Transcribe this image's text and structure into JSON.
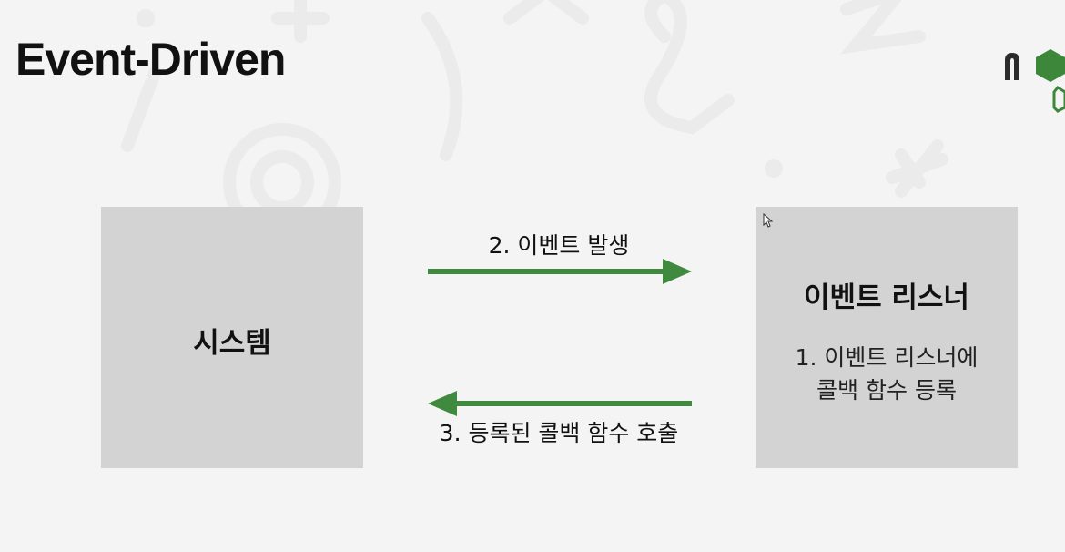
{
  "slide": {
    "title": "Event-Driven"
  },
  "diagram": {
    "system_box": {
      "label": "시스템"
    },
    "listener_box": {
      "title": "이벤트 리스너",
      "desc_line1": "1. 이벤트 리스너에",
      "desc_line2": "콜백 함수 등록"
    },
    "arrow_emit": {
      "label": "2. 이벤트 발생",
      "direction": "right"
    },
    "arrow_callback": {
      "label": "3. 등록된 콜백 함수 호출",
      "direction": "left"
    }
  },
  "colors": {
    "arrow": "#3f8a3f",
    "box": "#d3d3d3",
    "logo_dark": "#2b2b2b",
    "logo_green": "#3c873a"
  },
  "icons": {
    "logo": "nodejs-logo-icon",
    "cursor": "mouse-cursor-icon"
  }
}
